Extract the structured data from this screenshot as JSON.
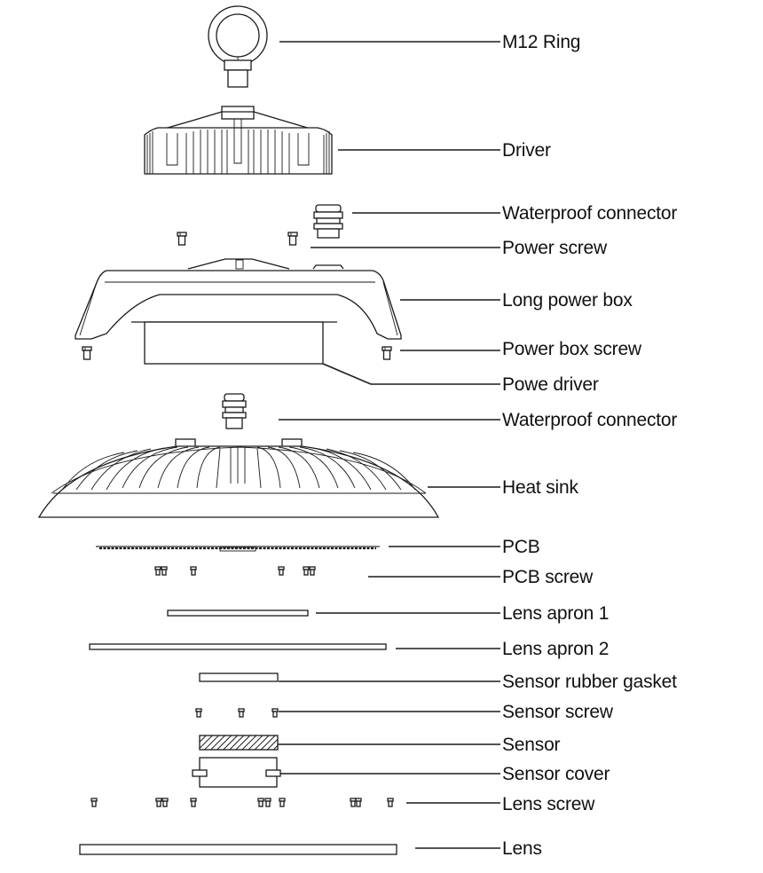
{
  "title": "Exploded view of UFO high bay light",
  "parts": [
    {
      "id": "m12-ring",
      "label": "M12 Ring"
    },
    {
      "id": "driver",
      "label": "Driver"
    },
    {
      "id": "waterproof-connector-1",
      "label": "Waterproof connector"
    },
    {
      "id": "power-screw",
      "label": "Power screw"
    },
    {
      "id": "long-power-box",
      "label": "Long power box"
    },
    {
      "id": "power-box-screw",
      "label": "Power box screw"
    },
    {
      "id": "powe-driver",
      "label": "Powe driver"
    },
    {
      "id": "waterproof-connector-2",
      "label": "Waterproof connector"
    },
    {
      "id": "heat-sink",
      "label": "Heat sink"
    },
    {
      "id": "pcb",
      "label": "PCB"
    },
    {
      "id": "pcb-screw",
      "label": "PCB screw"
    },
    {
      "id": "lens-apron-1",
      "label": "Lens apron 1"
    },
    {
      "id": "lens-apron-2",
      "label": "Lens apron 2"
    },
    {
      "id": "sensor-rubber-gasket",
      "label": "Sensor rubber gasket"
    },
    {
      "id": "sensor-screw",
      "label": "Sensor screw"
    },
    {
      "id": "sensor",
      "label": "Sensor"
    },
    {
      "id": "sensor-cover",
      "label": "Sensor cover"
    },
    {
      "id": "lens-screw",
      "label": "Lens screw"
    },
    {
      "id": "lens",
      "label": "Lens"
    }
  ]
}
